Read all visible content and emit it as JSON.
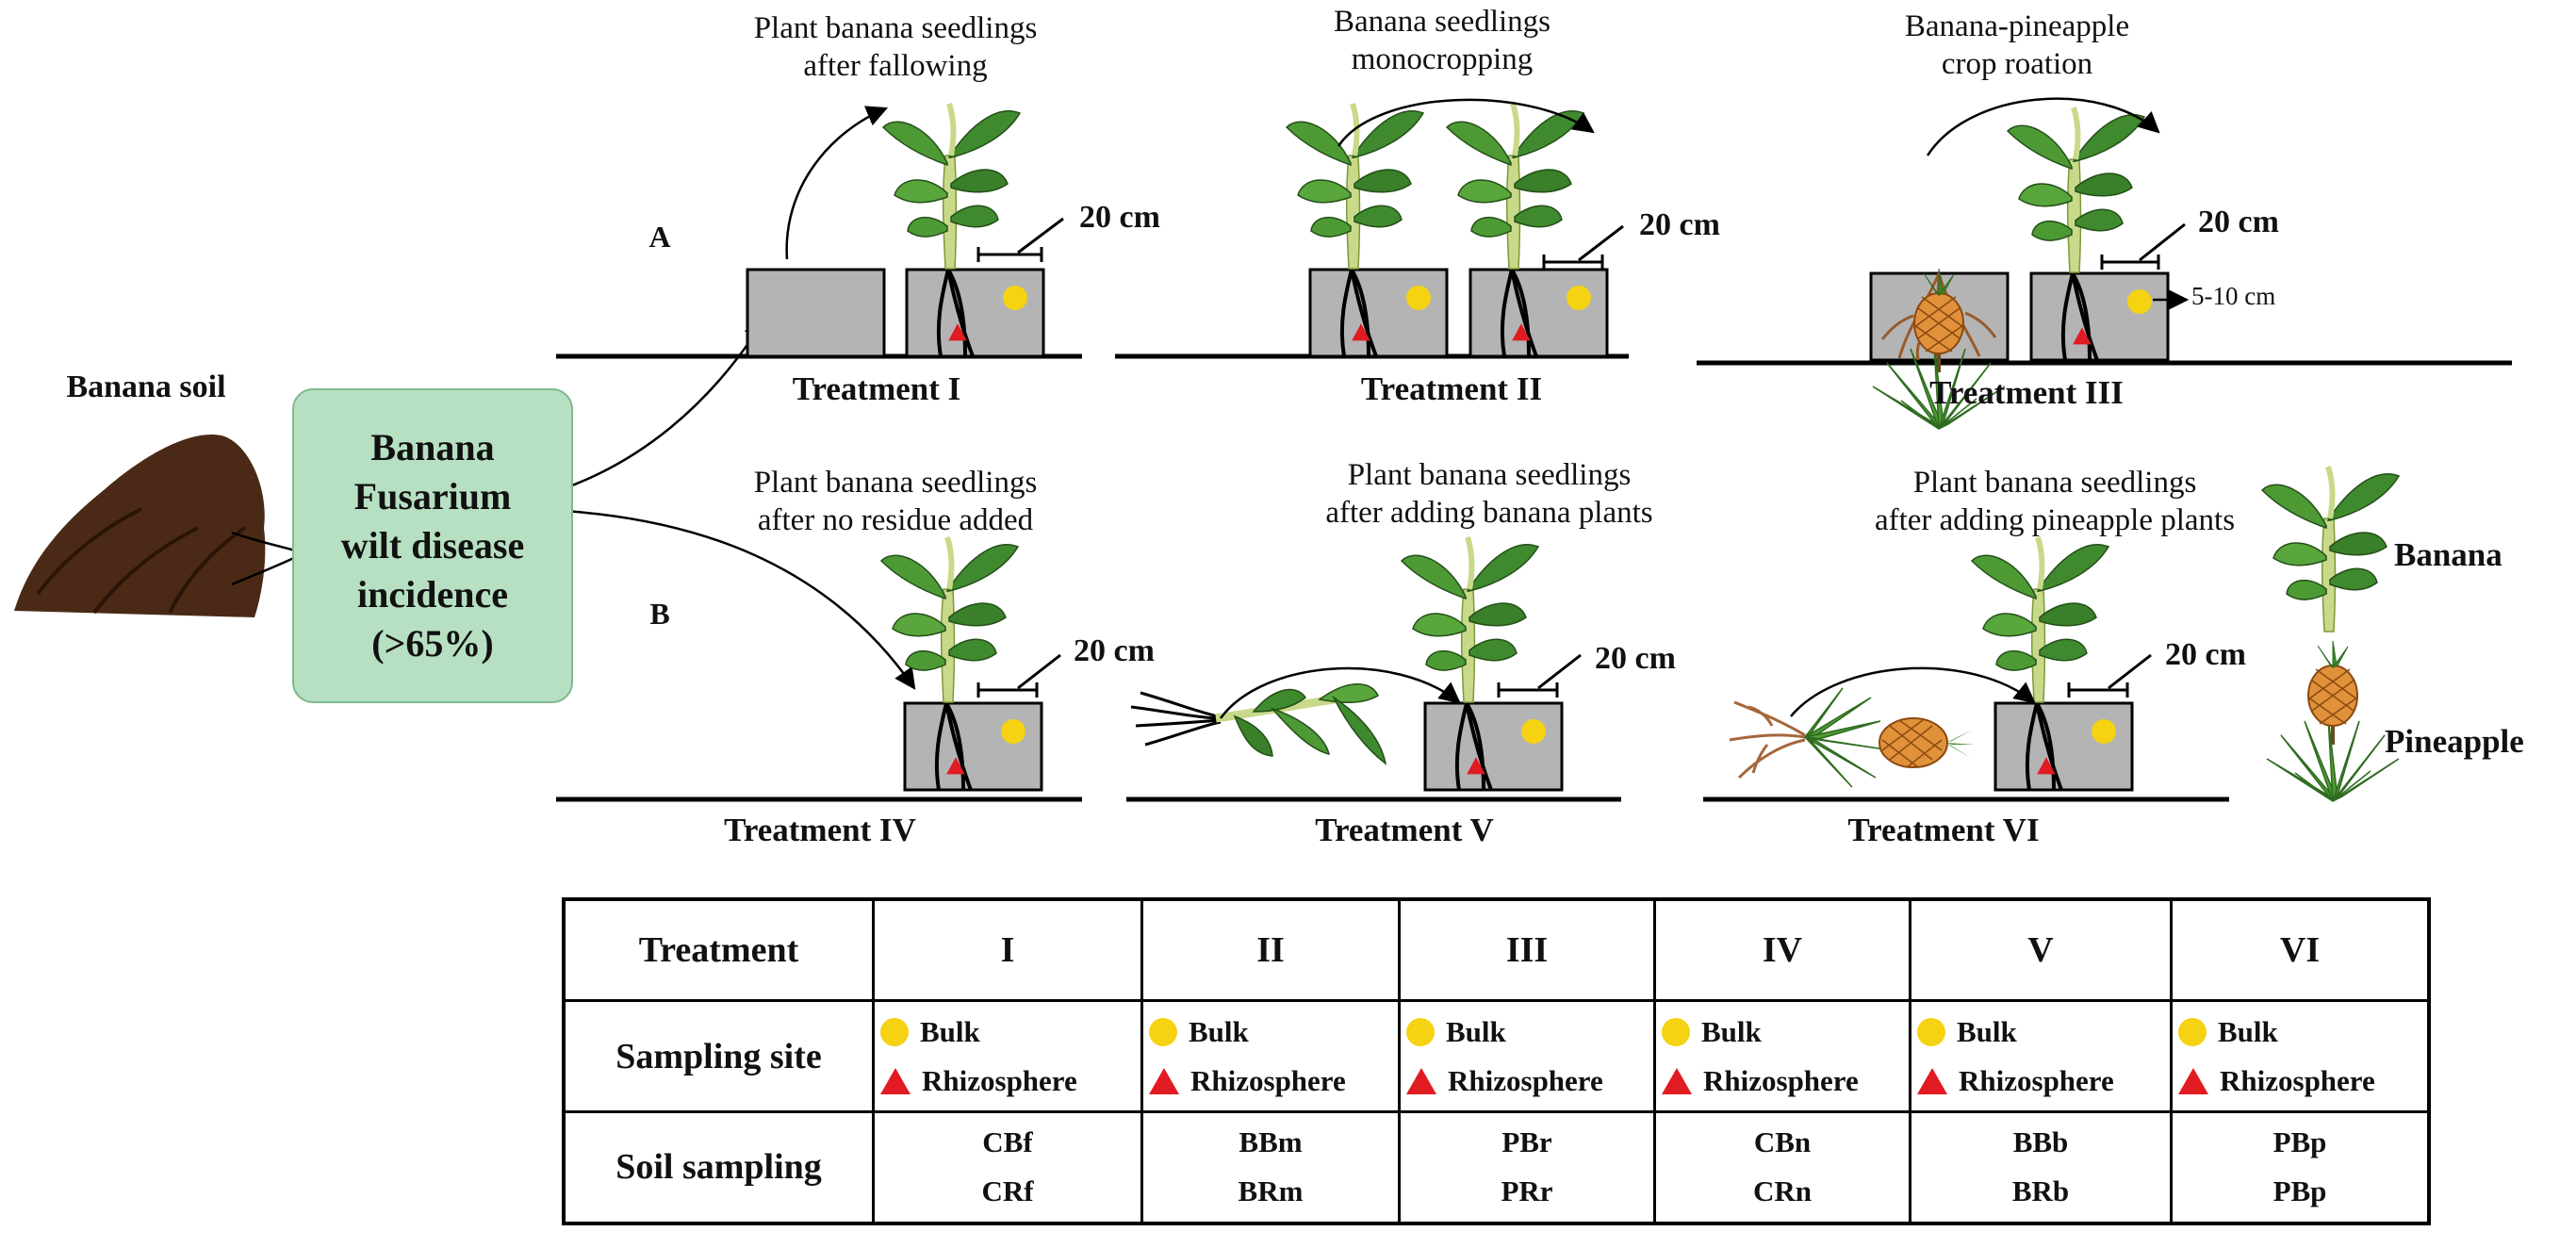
{
  "soil_label": "Banana soil",
  "disease_box": "Banana\nFusarium\nwilt disease\nincidence\n(>65%)",
  "row_labels": {
    "a": "A",
    "b": "B"
  },
  "treatments": [
    {
      "id": "I",
      "name": "Treatment I",
      "caption": "Plant banana seedlings\nafter fallowing",
      "distance": "20 cm"
    },
    {
      "id": "II",
      "name": "Treatment II",
      "caption": "Banana seedlings\nmonocropping",
      "distance": "20 cm"
    },
    {
      "id": "III",
      "name": "Treatment III",
      "caption": "Banana-pineapple\ncrop roation",
      "distance": "20 cm",
      "depth": "5-10 cm"
    },
    {
      "id": "IV",
      "name": "Treatment IV",
      "caption": "Plant banana seedlings\nafter no residue added",
      "distance": "20 cm"
    },
    {
      "id": "V",
      "name": "Treatment V",
      "caption": "Plant banana seedlings\nafter adding banana plants",
      "distance": "20 cm"
    },
    {
      "id": "VI",
      "name": "Treatment VI",
      "caption": "Plant banana seedlings\nafter adding pineapple plants",
      "distance": "20 cm"
    }
  ],
  "legend": {
    "banana": "Banana",
    "pineapple": "Pineapple"
  },
  "table": {
    "header_label": "Treatment",
    "columns": [
      "I",
      "II",
      "III",
      "IV",
      "V",
      "VI"
    ],
    "site_label": "Sampling site",
    "bulk": "Bulk",
    "rhizosphere": "Rhizosphere",
    "soil_label": "Soil sampling",
    "soil_samples": [
      [
        "CBf",
        "CRf"
      ],
      [
        "BBm",
        "BRm"
      ],
      [
        "PBr",
        "PRr"
      ],
      [
        "CBn",
        "CRn"
      ],
      [
        "BBb",
        "BRb"
      ],
      [
        "PBp",
        "PBp"
      ]
    ]
  },
  "colors": {
    "box_fill": "#b7e0c3",
    "pot_fill": "#b4b4b4",
    "bulk": "#f5d212",
    "rhizosphere": "#e11b22",
    "leaf": "#3f8a2e",
    "soil": "#4a2a16",
    "pineapple": "#e0913a"
  }
}
